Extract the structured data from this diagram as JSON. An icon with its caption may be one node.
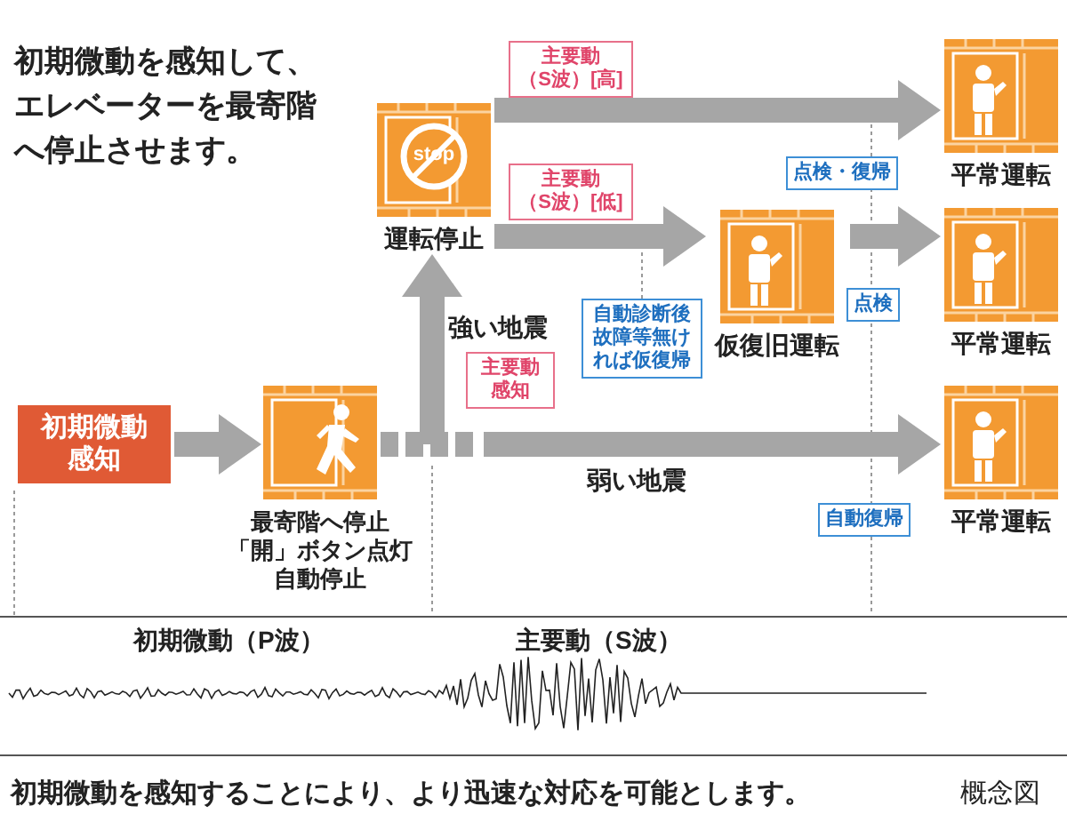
{
  "diagram": {
    "caption": "初期微動を感知することにより、より迅速な対応を可能とします。",
    "nodes": [
      {
        "text": [
          "初期微動感知"
        ]
      },
      {
        "text": [
          "最寄階へ停止「開」ボタン点灯自動停止"
        ]
      },
      {
        "text": [
          "stop",
          "運転停止"
        ]
      },
      {
        "text": [
          "仮復旧運転"
        ]
      },
      {
        "text": [
          "平常運転"
        ]
      },
      {
        "text": [
          "平常運転"
        ]
      },
      {
        "text": [
          "平常運転"
        ]
      },
      {
        "text": [
          "自動診断後故障等無ければ仮復帰"
        ]
      }
    ],
    "edges": [
      {
        "from": 0,
        "to": 1,
        "arrow": "to"
      },
      {
        "from": 1,
        "to": 2,
        "arrow": "to",
        "label": "強い地震"
      },
      {
        "from": 1,
        "to": 6,
        "arrow": "to",
        "label": "弱い地震"
      },
      {
        "from": 2,
        "to": 4,
        "arrow": "to",
        "label": "主要動（S波）[高]"
      },
      {
        "from": 2,
        "to": 3,
        "arrow": "to",
        "label": "主要動（S波）[低]"
      },
      {
        "from": 3,
        "to": 5,
        "arrow": "to"
      },
      {
        "from": 7,
        "to": null,
        "arrow": "none"
      }
    ],
    "labels": [
      "初期微動を感知して、エレベーターを最寄階へ停止させます。",
      "点検・復帰",
      "主要動感知",
      "点検",
      "自動復帰",
      "初期微動（P波）",
      "主要動（S波）",
      "概念図"
    ]
  }
}
